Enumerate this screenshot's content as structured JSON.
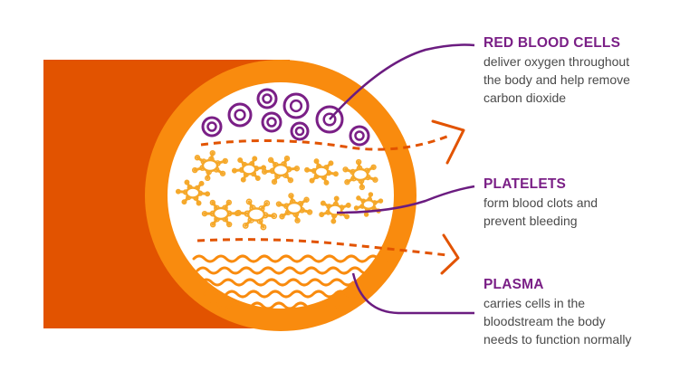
{
  "colors": {
    "vessel_dark": "#e25300",
    "vessel_ring": "#f98b0e",
    "platelet": "#f5a82a",
    "plasma_wave": "#f98b0e",
    "dashed_flow": "#e25300",
    "red_cell": "#7a1f86",
    "callout_line": "#6b1c80",
    "title_text": "#7a1f86",
    "body_text": "#4a4a4a"
  },
  "labels": {
    "red_blood_cells": {
      "title": "RED BLOOD CELLS",
      "desc_lines": [
        "deliver oxygen throughout",
        "the body and help remove",
        "carbon dioxide"
      ]
    },
    "platelets": {
      "title": "PLATELETS",
      "desc_lines": [
        "form blood clots and",
        "prevent bleeding"
      ]
    },
    "plasma": {
      "title": "PLASMA",
      "desc_lines": [
        "carries cells in the",
        "bloodstream the body",
        "needs to function normally"
      ]
    }
  }
}
